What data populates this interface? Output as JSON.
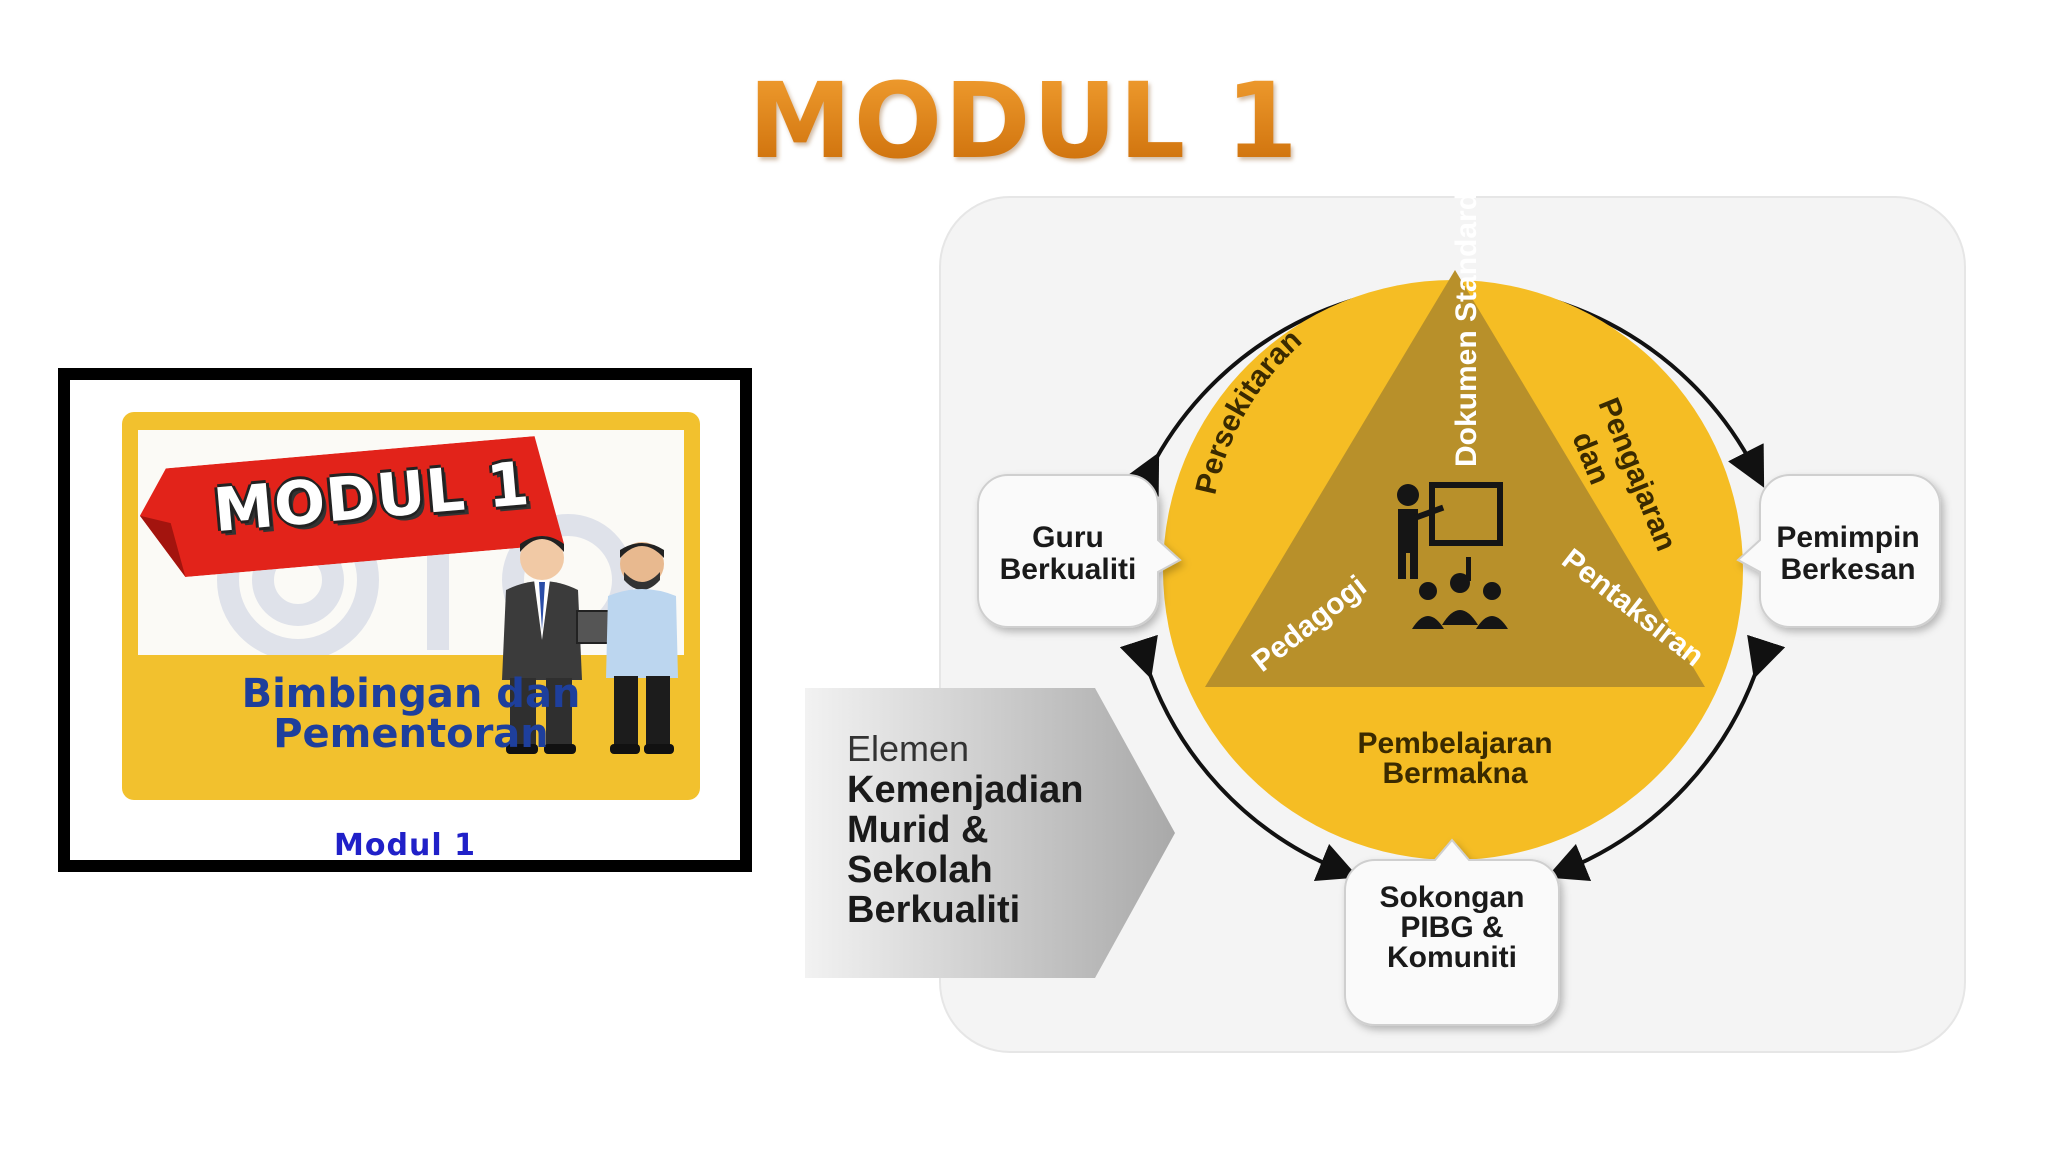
{
  "title": "MODUL 1",
  "cover": {
    "banner": "MODUL 1",
    "heading_line1": "Bimbingan dan",
    "heading_line2": "Pementoran",
    "caption": "Modul 1"
  },
  "diagram": {
    "triangle": {
      "top": "Dokumen Standard",
      "left": "Pedagogi",
      "right": "Pentaksiran"
    },
    "circle_left": "Persekitaran",
    "circle_right_line1": "Pengajaran",
    "circle_right_line2": "dan",
    "circle_bottom_line1": "Pembelajaran",
    "circle_bottom_line2": "Bermakna",
    "bubble_left": [
      "Guru",
      "Berkualiti"
    ],
    "bubble_right": [
      "Pemimpin",
      "Berkesan"
    ],
    "bubble_bottom": [
      "Sokongan",
      "PIBG &",
      "Komuniti"
    ],
    "elemen_label": "Elemen",
    "elemen_lines": [
      "Kemenjadian",
      "Murid &",
      "Sekolah",
      "Berkualiti"
    ],
    "colors": {
      "accent": "#f5bd24",
      "triangle": "#b8902a",
      "title": "#e07a10"
    }
  }
}
